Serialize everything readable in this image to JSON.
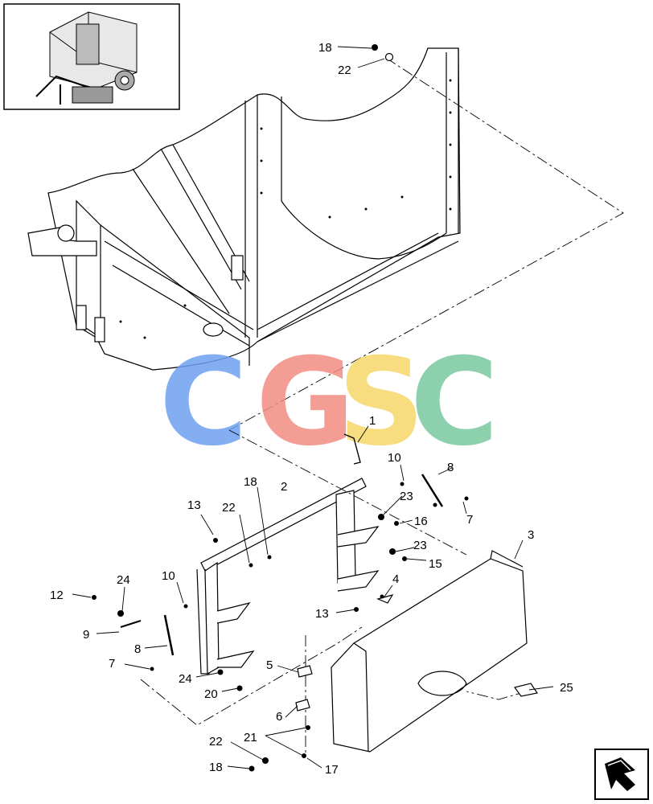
{
  "watermark": {
    "letters": [
      "C",
      "G",
      "S",
      "C"
    ],
    "colors": [
      "#6ea0f0",
      "#f28c82",
      "#f7d86a",
      "#7ac8a0"
    ]
  },
  "callouts": {
    "n1": "1",
    "n2": "2",
    "n3": "3",
    "n4": "4",
    "n5": "5",
    "n6": "6",
    "n7a": "7",
    "n7b": "7",
    "n8a": "8",
    "n8b": "8",
    "n9": "9",
    "n10a": "10",
    "n10b": "10",
    "n12": "12",
    "n13a": "13",
    "n13b": "13",
    "n15": "15",
    "n16": "16",
    "n17": "17",
    "n18a": "18",
    "n18b": "18",
    "n18c": "18",
    "n20": "20",
    "n21": "21",
    "n22a": "22",
    "n22b": "22",
    "n22c": "22",
    "n23a": "23",
    "n23b": "23",
    "n24a": "24",
    "n24b": "24",
    "n25": "25"
  },
  "icons": {
    "thumbnail": "baler-thumbnail-icon",
    "nav": "next-page-arrow-icon"
  }
}
